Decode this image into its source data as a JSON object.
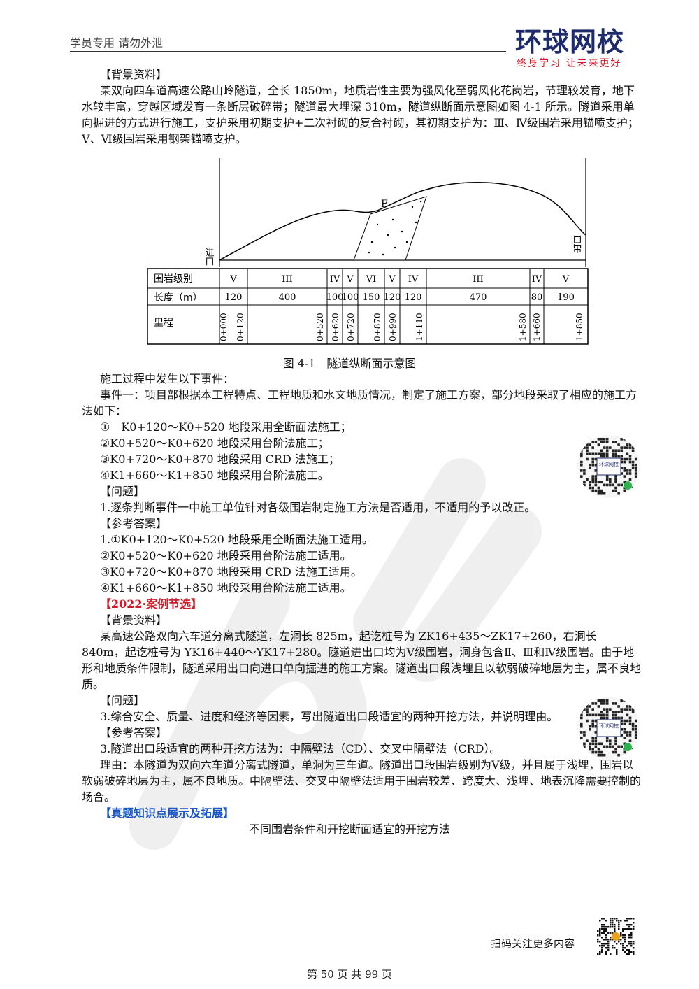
{
  "header": {
    "left_text": "学员专用 请勿外泄",
    "logo_title": "环球网校",
    "logo_subtitle": "终身学习 让未来更好"
  },
  "bg1": {
    "heading": "【背景资料】",
    "para": "某双向四车道高速公路山岭隧道，全长 1850m，地质岩性主要为强风化至弱风化花岗岩，节理较发育，地下水较丰富，穿越区域发育一条断层破碎带；隧道最大埋深 310m，隧道纵断面示意图如图 4-1 所示。隧道采用单向掘进的方式进行施工，支护采用初期支护+二次衬砌的复合衬砌，其初期支护为：Ⅲ、Ⅳ级围岩采用锚喷支护；Ⅴ、Ⅵ级围岩采用钢架锚喷支护。"
  },
  "figure": {
    "fault_label": "F",
    "entry_label": "进口",
    "exit_label": "出口",
    "row_labels": [
      "围岩级别",
      "长度（m）",
      "里程"
    ],
    "grades": [
      "V",
      "III",
      "IV",
      "V",
      "VI",
      "V",
      "IV",
      "III",
      "IV",
      "V"
    ],
    "lengths": [
      "120",
      "400",
      "100",
      "100",
      "150",
      "120",
      "120",
      "470",
      "80",
      "190"
    ],
    "mileages": [
      "0+000",
      "0+120",
      "0+520",
      "0+620",
      "0+720",
      "0+870",
      "0+990",
      "1+110",
      "1+580",
      "1+660",
      "1+850"
    ],
    "caption": "图 4-1　隧道纵断面示意图"
  },
  "body": {
    "lines": [
      {
        "text": "施工过程中发生以下事件：",
        "style": "ind"
      },
      {
        "text": "事件一：项目部根据本工程特点、工程地质和水文地质情况，制定了施工方案，部分地段采取了相应的施工方法如下：",
        "style": "ind"
      },
      {
        "text": "①　K0+120～K0+520 地段采用全断面法施工；",
        "style": "ind"
      },
      {
        "text": "②K0+520～K0+620 地段采用台阶法施工；",
        "style": "ind"
      },
      {
        "text": "③K0+720～K0+870 地段采用 CRD 法施工；",
        "style": "ind"
      },
      {
        "text": "④K1+660～K1+850 地段采用台阶法施工。",
        "style": "ind"
      },
      {
        "text": "【问题】",
        "style": "ind"
      },
      {
        "text": "1.逐条判断事件一中施工单位针对各级围岩制定施工方法是否适用，不适用的予以改正。",
        "style": "ind"
      },
      {
        "text": "【参考答案】",
        "style": "ind"
      },
      {
        "text": "1.①K0+120～K0+520 地段采用全断面法施工适用。",
        "style": "ind"
      },
      {
        "text": "②K0+520～K0+620 地段采用台阶法施工适用。",
        "style": "ind"
      },
      {
        "text": "③K0+720～K0+870 地段采用 CRD 法施工适用。",
        "style": "ind"
      },
      {
        "text": "④K1+660～K1+850 地段采用台阶法施工适用。",
        "style": "ind"
      },
      {
        "text": "【2022·案例节选】",
        "style": "red"
      },
      {
        "text": "【背景资料】",
        "style": "ind"
      },
      {
        "text": "某高速公路双向六车道分离式隧道，左洞长 825m，起讫桩号为 ZK16+435～ZK17+260，右洞长 840m，起讫桩号为 YK16+440～YK17+280。隧道进出口均为Ⅴ级围岩，洞身包含Ⅱ、Ⅲ和Ⅳ级围岩。由于地形和地质条件限制，隧道采用出口向进口单向掘进的施工方案。隧道出口段浅埋且以软弱破碎地层为主，属不良地质。",
        "style": "ind"
      },
      {
        "text": "【问题】",
        "style": "ind"
      },
      {
        "text": "3.综合安全、质量、进度和经济等因素，写出隧道出口段适宜的两种开挖方法，并说明理由。",
        "style": "ind"
      },
      {
        "text": "【参考答案】",
        "style": "ind"
      },
      {
        "text": "3.隧道出口段适宜的两种开挖方法为：中隔壁法（CD）、交叉中隔壁法（CRD）。",
        "style": "ind"
      },
      {
        "text": "理由：本隧道为双向六车道分离式隧道，单洞为三车道。隧道出口段围岩级别为Ⅴ级，并且属于浅埋，围岩以软弱破碎地层为主，属不良地质。中隔壁法、交叉中隔壁法适用于围岩较差、跨度大、浅埋、地表沉降需要控制的场合。",
        "style": "ind"
      },
      {
        "text": "【真题知识点展示及拓展】",
        "style": "blue"
      },
      {
        "text": "不同围岩条件和开挖断面适宜的开挖方法",
        "style": "center"
      }
    ]
  },
  "qr_labels": [
    "环球网校",
    "环球网校"
  ],
  "footer": {
    "scan_text": "扫码关注更多内容",
    "page_text": "第 50 页 共 99 页"
  }
}
